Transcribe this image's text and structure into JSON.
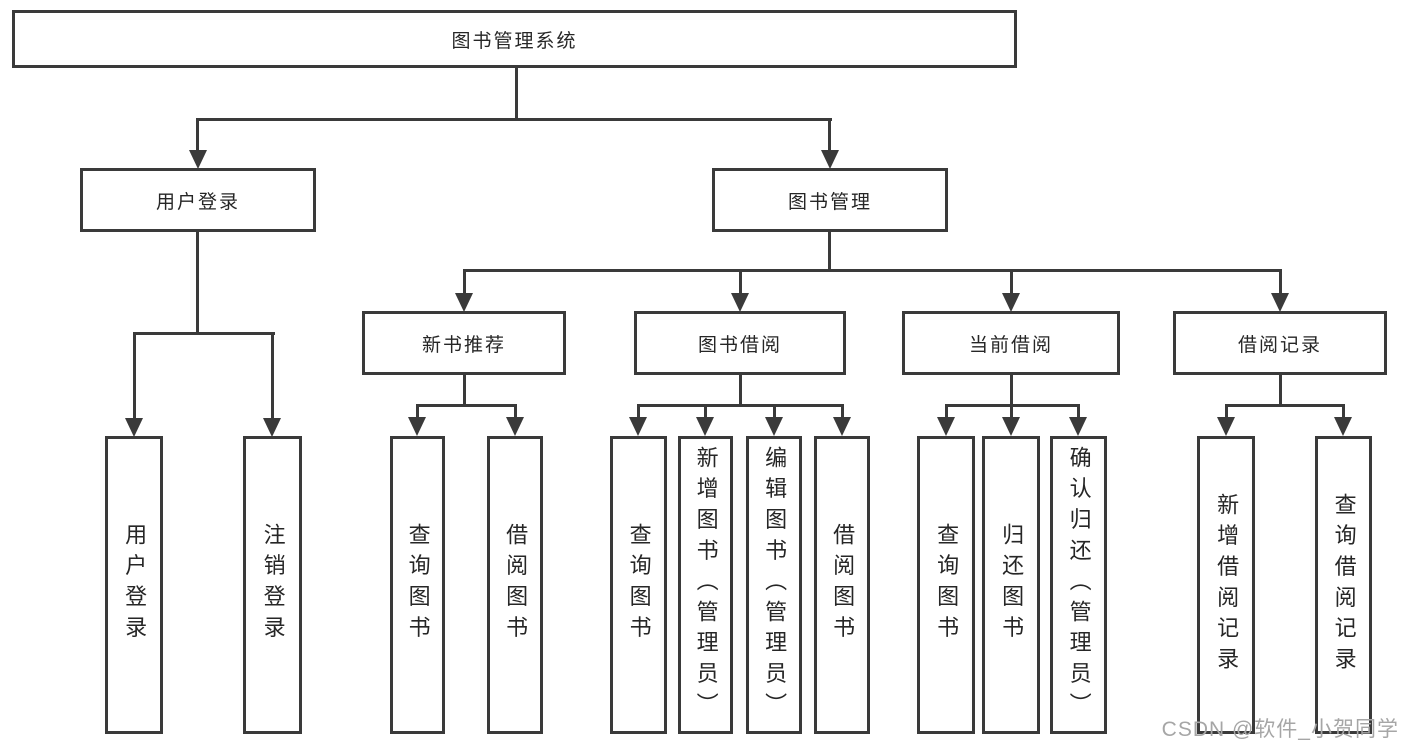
{
  "diagram": {
    "root": {
      "label": "图书管理系统"
    },
    "branches": [
      {
        "label": "用户登录",
        "children": [
          {
            "label": "用户登录"
          },
          {
            "label": "注销登录"
          }
        ]
      },
      {
        "label": "图书管理",
        "children": [
          {
            "label": "新书推荐",
            "children": [
              {
                "label": "查询图书"
              },
              {
                "label": "借阅图书"
              }
            ]
          },
          {
            "label": "图书借阅",
            "children": [
              {
                "label": "查询图书"
              },
              {
                "label": "新增图书（管理员）"
              },
              {
                "label": "编辑图书（管理员）"
              },
              {
                "label": "借阅图书"
              }
            ]
          },
          {
            "label": "当前借阅",
            "children": [
              {
                "label": "查询图书"
              },
              {
                "label": "归还图书"
              },
              {
                "label": "确认归还（管理员）"
              }
            ]
          },
          {
            "label": "借阅记录",
            "children": [
              {
                "label": "新增借阅记录"
              },
              {
                "label": "查询借阅记录"
              }
            ]
          }
        ]
      }
    ],
    "watermark": "CSDN @软件_小贺同学",
    "colors": {
      "line": "#3a3a3a",
      "text": "#262626",
      "watermark": "#a6a6a6",
      "background": "#ffffff"
    }
  }
}
